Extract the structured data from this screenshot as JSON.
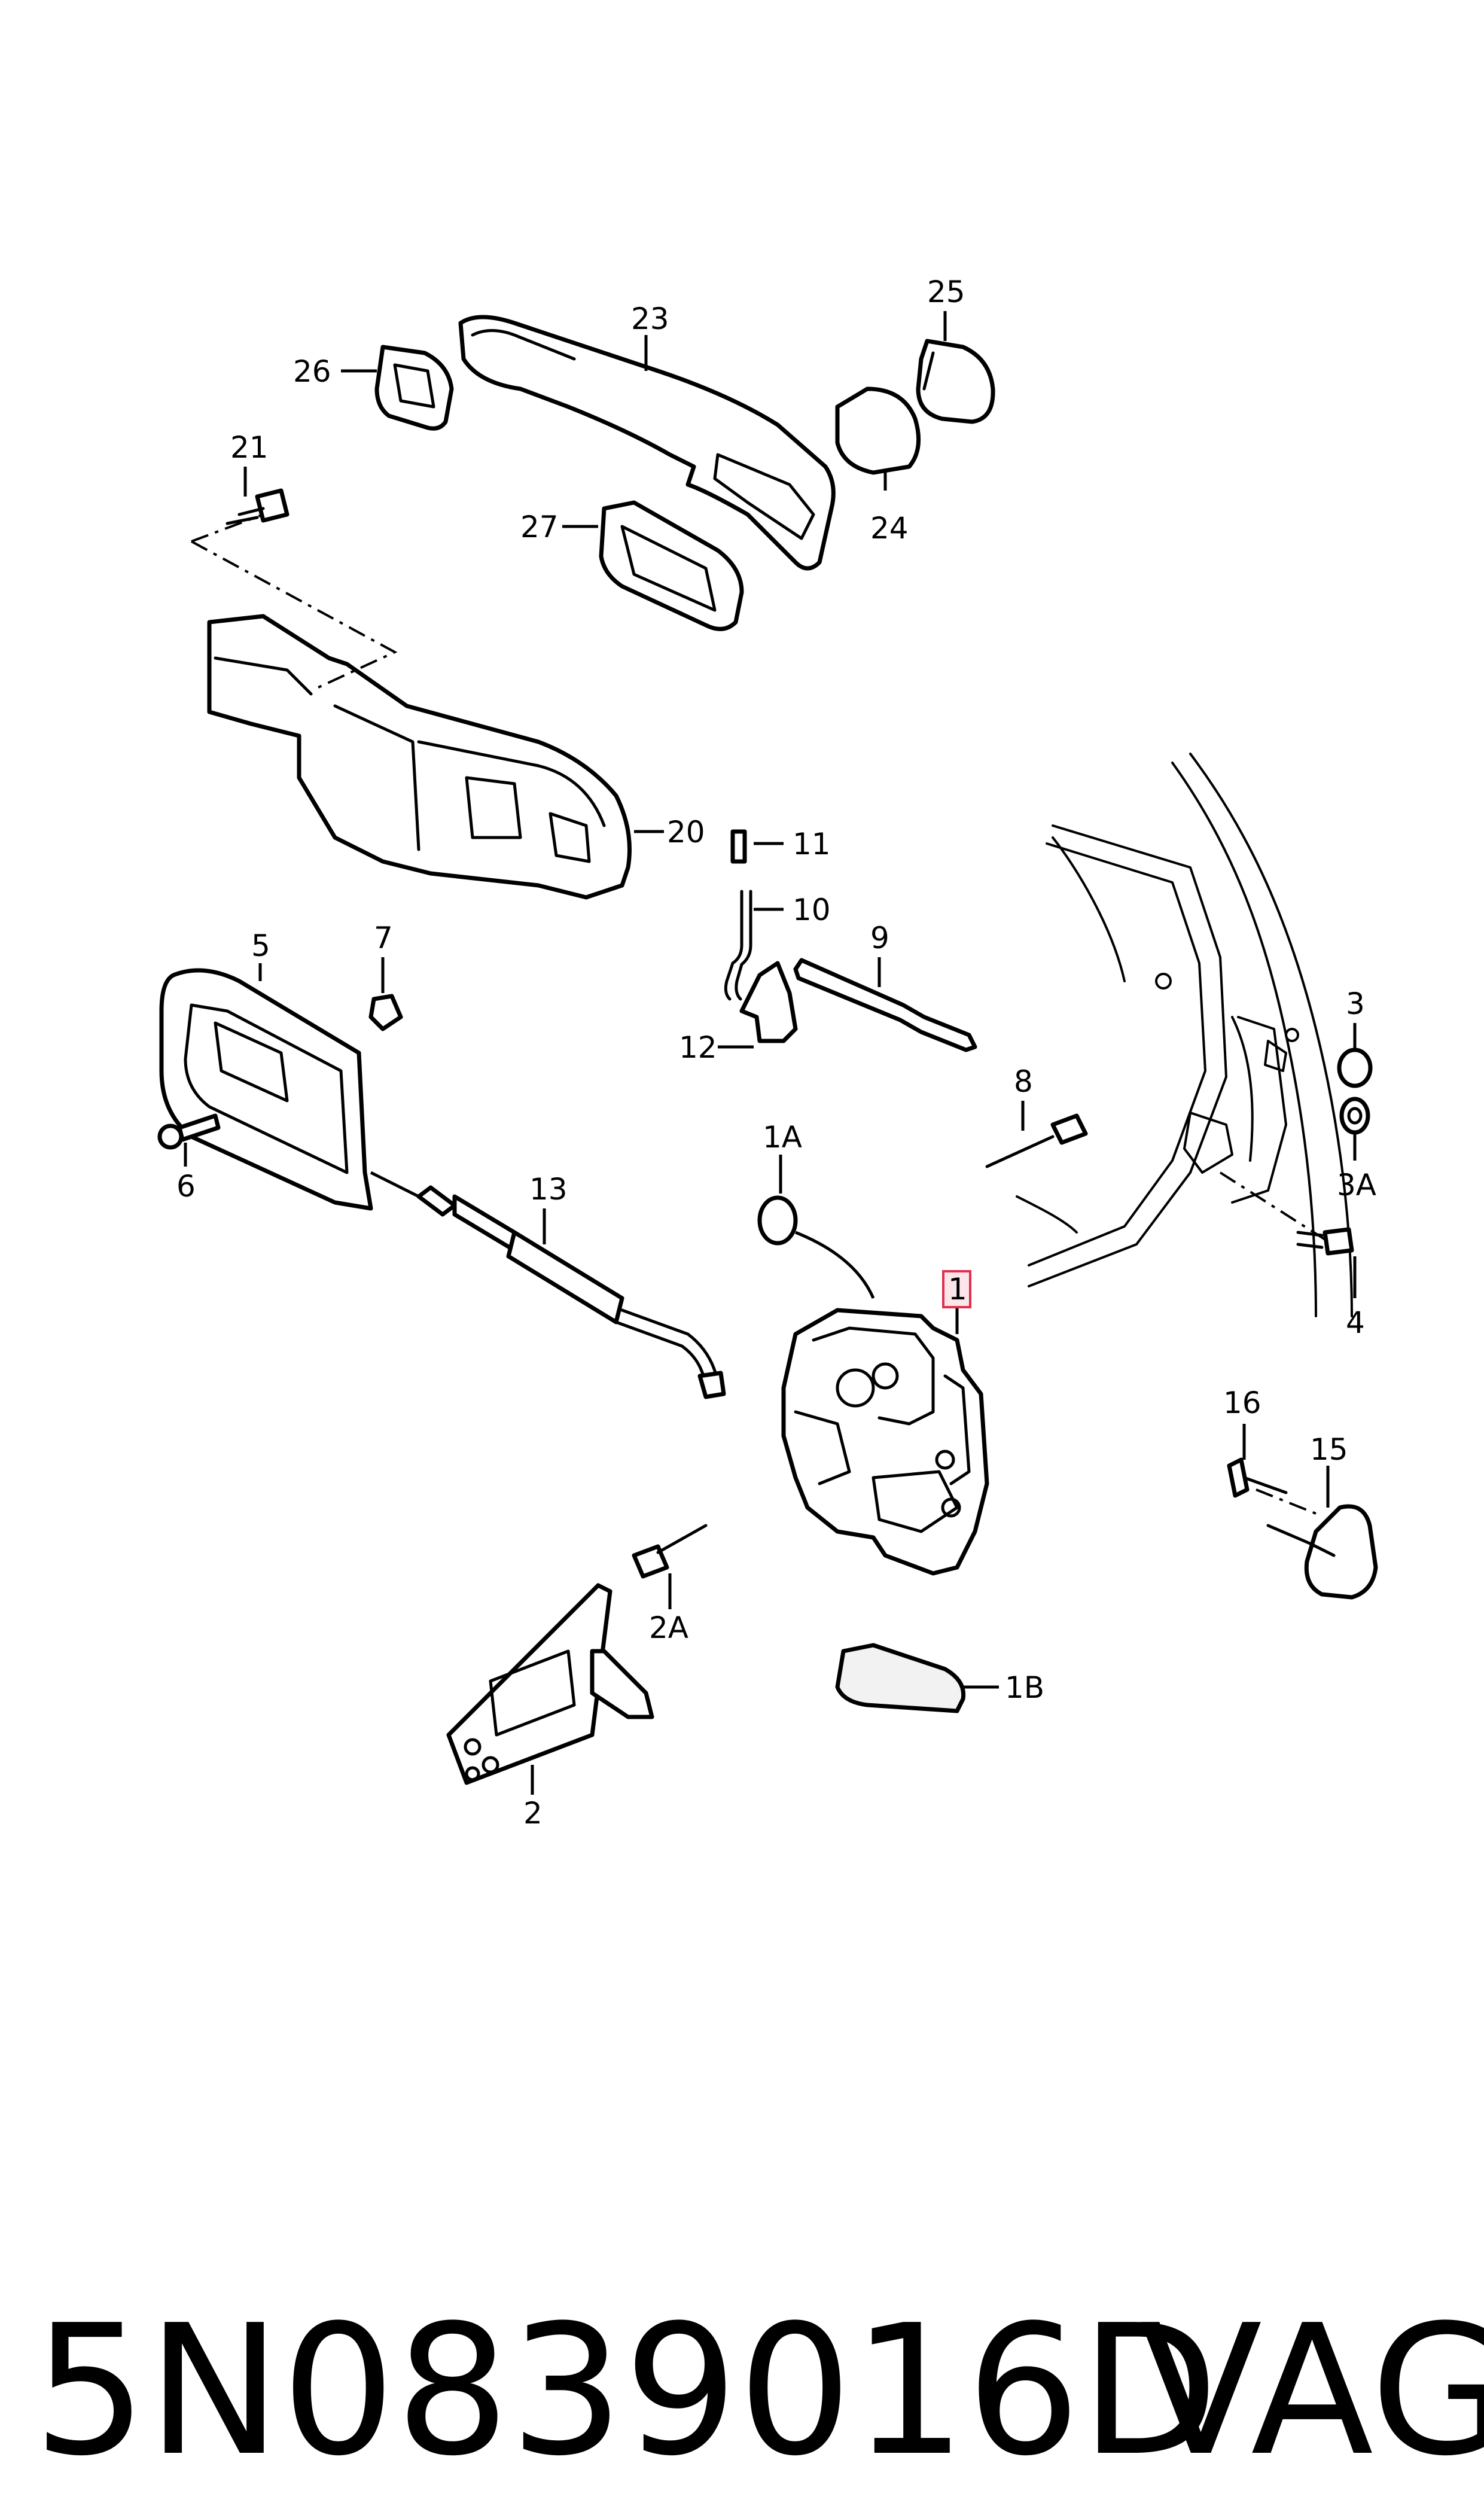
{
  "callouts": {
    "c1": "1",
    "c1A": "1A",
    "c1B": "1B",
    "c2": "2",
    "c2A": "2A",
    "c3": "3",
    "c3A": "3A",
    "c4": "4",
    "c5": "5",
    "c6": "6",
    "c7": "7",
    "c8": "8",
    "c9": "9",
    "c10": "10",
    "c11": "11",
    "c12": "12",
    "c13": "13",
    "c15": "15",
    "c16": "16",
    "c20": "20",
    "c21": "21",
    "c23": "23",
    "c24": "24",
    "c25": "25",
    "c26": "26",
    "c27": "27"
  },
  "highlighted_callout": "1",
  "highlight_color": "#e0304e",
  "footer": {
    "part_number": "5N0839016D",
    "brand": "VAG"
  }
}
